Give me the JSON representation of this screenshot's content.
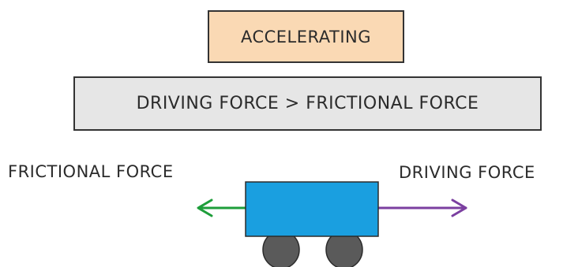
{
  "diagram": {
    "state_label": "ACCELERATING",
    "relation_label": "DRIVING FORCE > FRICTIONAL FORCE",
    "left_force_label": "FRICTIONAL FORCE",
    "right_force_label": "DRIVING FORCE"
  },
  "colors": {
    "state_box_fill": "#FAD9B4",
    "relation_box_fill": "#E6E6E6",
    "cart_body": "#1A9FE0",
    "wheel": "#5A5A5A",
    "frictional_force_arrow": "#1E9E3A",
    "driving_force_arrow": "#7B3FA0"
  }
}
